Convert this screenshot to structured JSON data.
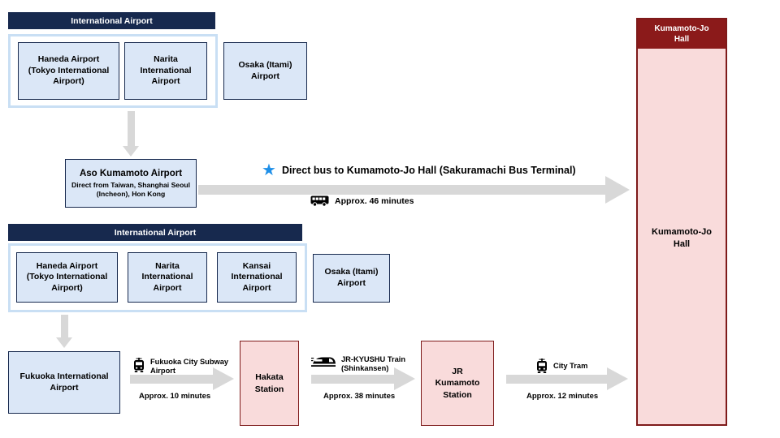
{
  "colors": {
    "navy": "#17294E",
    "box_blue": "#DBE7F7",
    "container_border": "#C9DFF4",
    "pink": "#F9DBDB",
    "maroon": "#8B1A1A",
    "arrow_gray": "#D8D8D8",
    "star_blue": "#1E8FE8"
  },
  "sections": {
    "top": {
      "header": "International Airport",
      "airports": [
        "Haneda Airport (Tokyo International Airport)",
        "Narita International Airport"
      ],
      "outside": "Osaka (Itami) Airport"
    },
    "middle": {
      "header": "International Airport",
      "airports": [
        "Haneda Airport (Tokyo International Airport)",
        "Narita International Airport",
        "Kansai International Airport"
      ],
      "outside": "Osaka (Itami) Airport"
    }
  },
  "aso": {
    "title": "Aso Kumamoto Airport",
    "subtitle": "Direct from Taiwan, Shanghai Seoul (Incheon), Hon Kong"
  },
  "bus": {
    "star": "★",
    "label": "Direct bus to Kumamoto-Jo Hall (Sakuramachi Bus Terminal)",
    "duration": "Approx. 46 minutes"
  },
  "route": {
    "fukuoka": "Fukuoka International Airport",
    "hakata": "Hakata Station",
    "jr_kumamoto": "JR Kumamoto Station",
    "legs": [
      {
        "mode": "Fukuoka City Subway Airport",
        "duration": "Approx. 10 minutes"
      },
      {
        "mode": "JR-KYUSHU Train (Shinkansen)",
        "duration": "Approx. 38 minutes"
      },
      {
        "mode": "City Tram",
        "duration": "Approx. 12 minutes"
      }
    ]
  },
  "destination": {
    "header": "Kumamoto-Jo Hall",
    "label": "Kumamoto-Jo Hall"
  }
}
